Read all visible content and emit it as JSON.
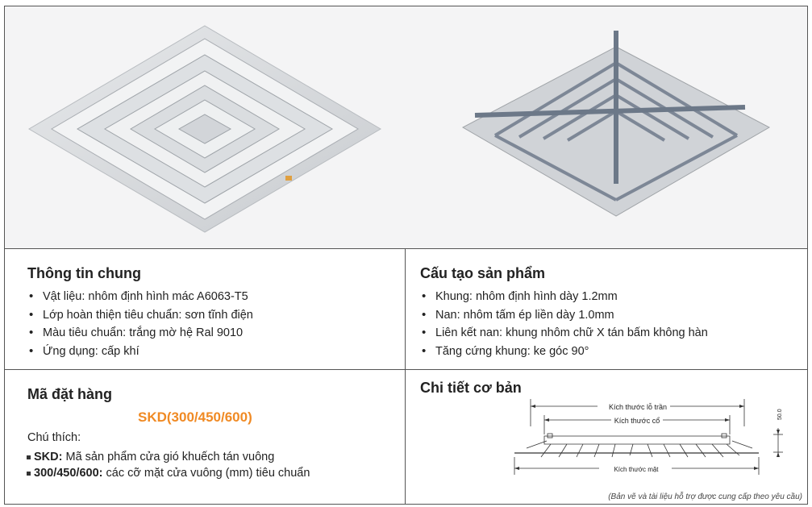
{
  "general_info": {
    "title": "Thông tin chung",
    "items": [
      "Vật liệu: nhôm định hình mác A6063-T5",
      "Lớp hoàn thiện tiêu chuẩn: sơn tĩnh điện",
      "Màu tiêu chuẩn: trắng mờ hệ Ral 9010",
      "Ứng dụng: cấp khí"
    ]
  },
  "structure": {
    "title": "Cấu tạo sản phẩm",
    "items": [
      "Khung: nhôm định hình dày 1.2mm",
      "Nan: nhôm tấm ép liền dày 1.0mm",
      "Liên kết nan: khung nhôm chữ X tán bấm không hàn",
      "Tăng cứng khung: ke góc 90°"
    ]
  },
  "order_code": {
    "title": "Mã đặt hàng",
    "code": "SKD(300/450/600)",
    "note_label": "Chú thích:",
    "legend": [
      {
        "key": "SKD:",
        "desc": "Mã sản phẩm cửa gió khuếch tán vuông"
      },
      {
        "key": "300/450/600:",
        "desc": "các cỡ mặt cửa vuông (mm) tiêu chuẩn"
      }
    ]
  },
  "details": {
    "title": "Chi tiết cơ bản",
    "dim_ceiling_hole": "Kích thước lỗ trần",
    "dim_neck": "Kích thước cổ",
    "dim_face": "Kích thước mặt",
    "dim_height": "50.0",
    "footnote": "(Bản vẽ và tài liệu hỗ trợ được cung cấp theo yêu cầu)"
  },
  "colors": {
    "accent": "#f08a24",
    "border": "#555555"
  }
}
